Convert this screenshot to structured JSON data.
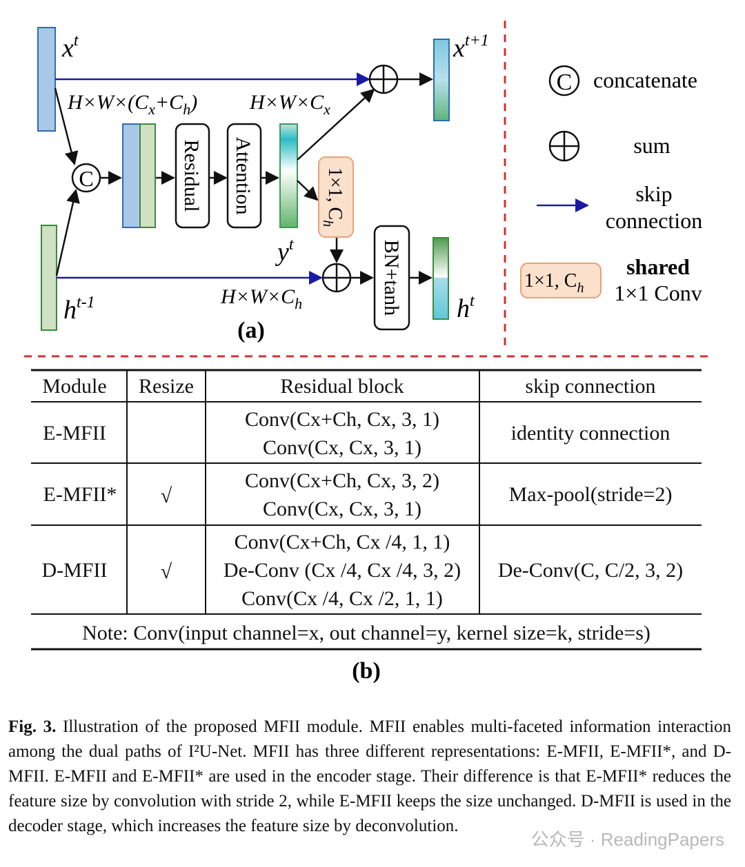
{
  "figure": {
    "labels": {
      "x_t": "x",
      "x_t_sup": "t",
      "x_next": "x",
      "x_next_sup": "t+1",
      "h_prev": "h",
      "h_prev_sup": "t-1",
      "h_t": "h",
      "h_t_sup": "t",
      "y_t": "y",
      "y_t_sup": "t",
      "concat_symbol": "C",
      "residual": "Residual",
      "attention": "Attention",
      "conv1x1": "1×1, C",
      "conv1x1_sub": "h",
      "bn_tanh": "BN+tanh",
      "dim_concat": "H×W×(C",
      "dim_cx": "H×W×C",
      "dim_ch": "H×W×C",
      "panel_a": "(a)"
    },
    "legend": {
      "concatenate": "concatenate",
      "sum": "sum",
      "skip_line1": "skip",
      "skip_line2": "connection",
      "shared_line1": "shared",
      "shared_line2": "1×1 Conv"
    },
    "colors": {
      "blue_block": "#a9c8e8",
      "green_block": "#cfe0c3",
      "skip_arrow": "#1a1aa6",
      "shared_box": "#fbe0cc",
      "divider": "#d23030"
    }
  },
  "table": {
    "headers": [
      "Module",
      "Resize",
      "Residual block",
      "skip connection"
    ],
    "rows": [
      {
        "module": "E-MFII",
        "resize": "",
        "residual": [
          "Conv(Cx+Ch, Cx, 3, 1)",
          "Conv(Cx, Cx, 3, 1)"
        ],
        "skip": "identity connection"
      },
      {
        "module": "E-MFII*",
        "resize": "√",
        "residual": [
          "Conv(Cx+Ch, Cx, 3, 2)",
          "Conv(Cx, Cx, 3, 1)"
        ],
        "skip": "Max-pool(stride=2)"
      },
      {
        "module": "D-MFII",
        "resize": "√",
        "residual": [
          "Conv(Cx+Ch, Cx /4, 1, 1)",
          "De-Conv (Cx /4, Cx /4, 3, 2)",
          "Conv(Cx /4, Cx /2, 1, 1)"
        ],
        "skip": "De-Conv(C, C/2, 3, 2)"
      }
    ],
    "note": "Note: Conv(input channel=x, out channel=y, kernel size=k, stride=s)",
    "panel_b": "(b)"
  },
  "caption": {
    "label": "Fig. 3.",
    "text": "Illustration of the proposed MFII module. MFII enables multi-faceted information interaction among the dual paths of I²U-Net. MFII has three different representations: E-MFII, E-MFII*, and D-MFII. E-MFII and E-MFII* are used in the encoder stage. Their difference is that E-MFII* reduces the feature size by convolution with stride 2, while E-MFII keeps the size unchanged. D-MFII is used in the decoder stage, which increases the feature size by deconvolution."
  },
  "watermark": "公众号 · ReadingPapers"
}
